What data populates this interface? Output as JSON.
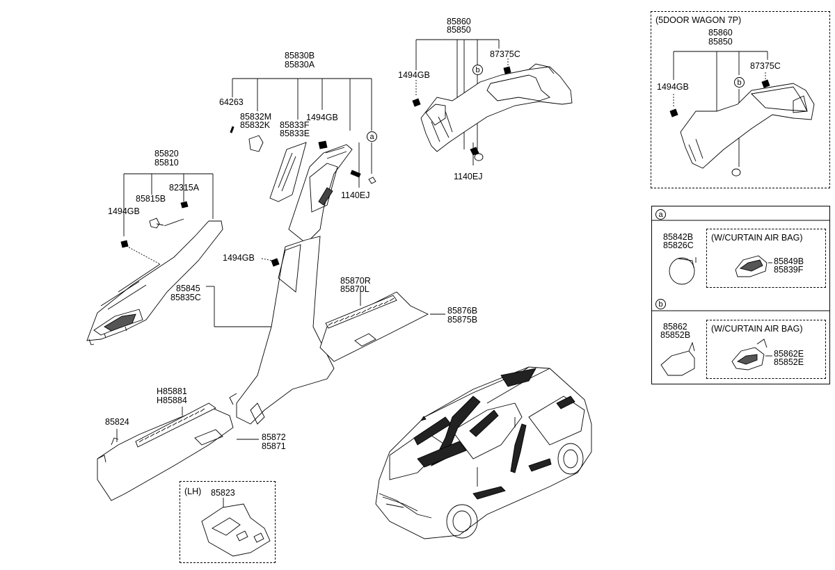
{
  "labels": {
    "p85860_top": "85860",
    "p85850_top": "85850",
    "p87375c_top": "87375C",
    "p1494gb_top": "1494GB",
    "p1140ej_top": "1140EJ",
    "p85830b": "85830B",
    "p85830a": "85830A",
    "p64263": "64263",
    "p85832m": "85832M",
    "p85832k": "85832K",
    "p85833f": "85833F",
    "p85833e": "85833E",
    "p1494gb_mid": "1494GB",
    "p1140ej_mid": "1140EJ",
    "p85820": "85820",
    "p85810": "85810",
    "p82315a": "82315A",
    "p85815b": "85815B",
    "p1494gb_left": "1494GB",
    "p1494gb_b": "1494GB",
    "p85845": "85845",
    "p85835c": "85835C",
    "p85870r": "85870R",
    "p85870l": "85870L",
    "p85876b": "85876B",
    "p85875b": "85875B",
    "ph85881": "H85881",
    "ph85884": "H85884",
    "p85824": "85824",
    "p85872": "85872",
    "p85871": "85871",
    "lh_title": "(LH)",
    "p85823": "85823"
  },
  "wagon": {
    "title": "(5DOOR WAGON 7P)",
    "p85860": "85860",
    "p85850": "85850",
    "p87375c": "87375C",
    "p1494gb": "1494GB",
    "tag_b": "b"
  },
  "legend_a": {
    "tag": "a",
    "p85842b": "85842B",
    "p85826c": "85826C",
    "airbag_title": "(W/CURTAIN AIR BAG)",
    "p85849b": "85849B",
    "p85839f": "85839F"
  },
  "legend_b": {
    "tag": "b",
    "p85862": "85862",
    "p85852b": "85852B",
    "airbag_title": "(W/CURTAIN AIR BAG)",
    "p85862e": "85862E",
    "p85852e": "85852E"
  },
  "tags": {
    "a_main": "a",
    "b_main": "b"
  }
}
